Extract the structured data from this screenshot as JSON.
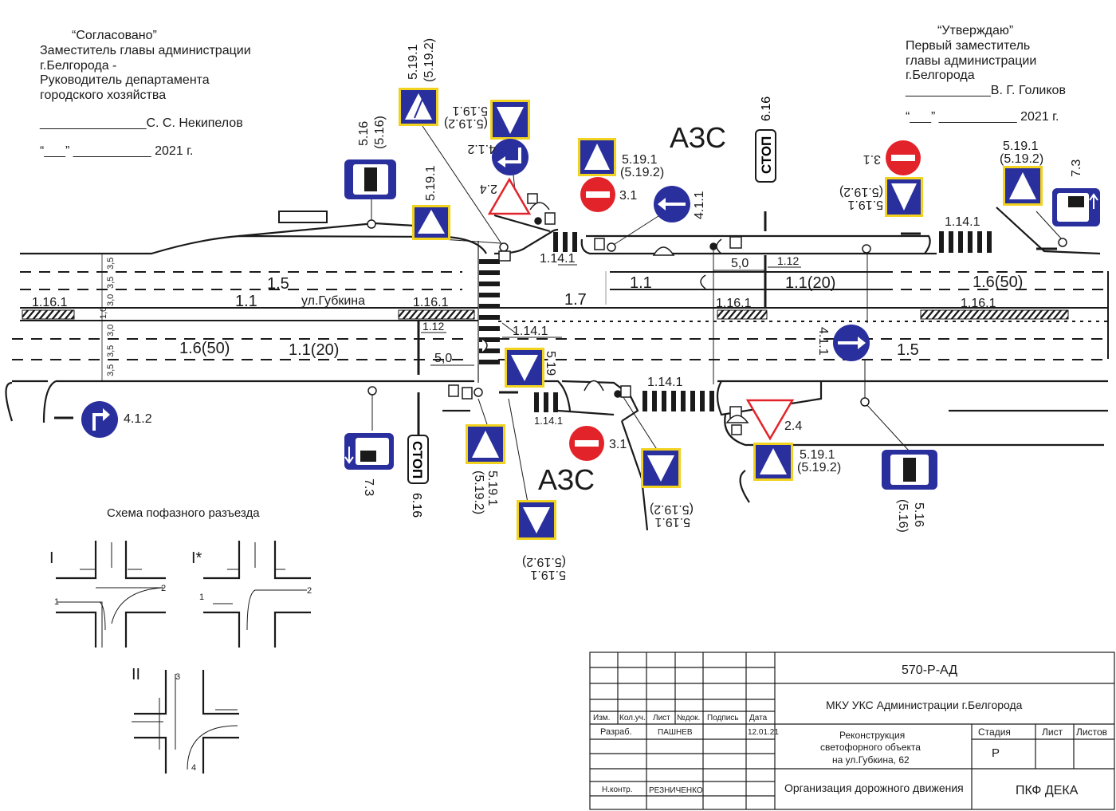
{
  "header_left": {
    "title": "“Согласовано”",
    "lines": [
      "Заместитель главы администрации",
      "г.Белгорода -",
      "Руководитель департамента",
      "городского хозяйства"
    ],
    "signature": "_______________С. С. Некипелов",
    "date": "“___” ___________ 2021 г."
  },
  "header_right": {
    "title": "“Утверждаю”",
    "lines": [
      "Первый заместитель",
      "главы администрации",
      "г.Белгорода"
    ],
    "signature": "____________В. Г. Голиков",
    "date": "“___” ___________ 2021 г."
  },
  "street": "ул.Губкина",
  "gas_station": "АЗС",
  "stop_text": "СТОП",
  "marking_labels": {
    "m1_16_1": "1.16.1",
    "m1_1": "1.1",
    "m1_5": "1.5",
    "m1_7": "1.7",
    "m1_6_50": "1.6(50)",
    "m1_1_20": "1.1(20)",
    "m1_12": "1.12",
    "m1_14_1": "1.14.1",
    "d5_0": "5,0"
  },
  "lane_widths": [
    "3,5",
    "3,5",
    "3,0",
    "1,0",
    "3,0",
    "3,5",
    "3,5"
  ],
  "sign_labels": {
    "s5_19_1": "5.19.1",
    "s5_19_2": "(5.19.2)",
    "s5_16": "5.16",
    "s5_16b": "(5.16)",
    "s4_1_2": "4.1.2",
    "s2_4": "2.4",
    "s3_1": "3.1",
    "s4_1_1": "4.1.1",
    "s6_16": "6.16",
    "s7_3": "7.3",
    "s5_19": "5.19"
  },
  "phase_scheme": {
    "title": "Схема пофазного разъезда",
    "phase_I": "I",
    "phase_I_star": "I*",
    "phase_II": "II",
    "num1": "1",
    "num2": "2",
    "num3": "3",
    "num4": "4"
  },
  "stamp": {
    "code": "570-Р-АД",
    "org": "МКУ УКС Администрации г.Белгорода",
    "headers": [
      "Изм.",
      "Кол.уч.",
      "Лист",
      "№док.",
      "Подпись",
      "Дата"
    ],
    "developed_label": "Разраб.",
    "developed_by": "ПАШНЕВ",
    "developed_date": "12.01.21",
    "norm_label": "Н.контр.",
    "norm_by": "РЕЗНИЧЕНКО",
    "project_lines": [
      "Реконструкция",
      "светофорного объекта",
      "на ул.Губкина, 62"
    ],
    "stage_label": "Стадия",
    "sheet_label": "Лист",
    "sheets_label": "Листов",
    "stage_value": "Р",
    "sheet_title": "Организация дорожного движения",
    "company": "ПКФ ДЕКА"
  },
  "colors": {
    "sign_blue": "#2a2f9e",
    "sign_yellow": "#f1d21f",
    "sign_red": "#e3232a",
    "line": "#1a1a1a"
  }
}
